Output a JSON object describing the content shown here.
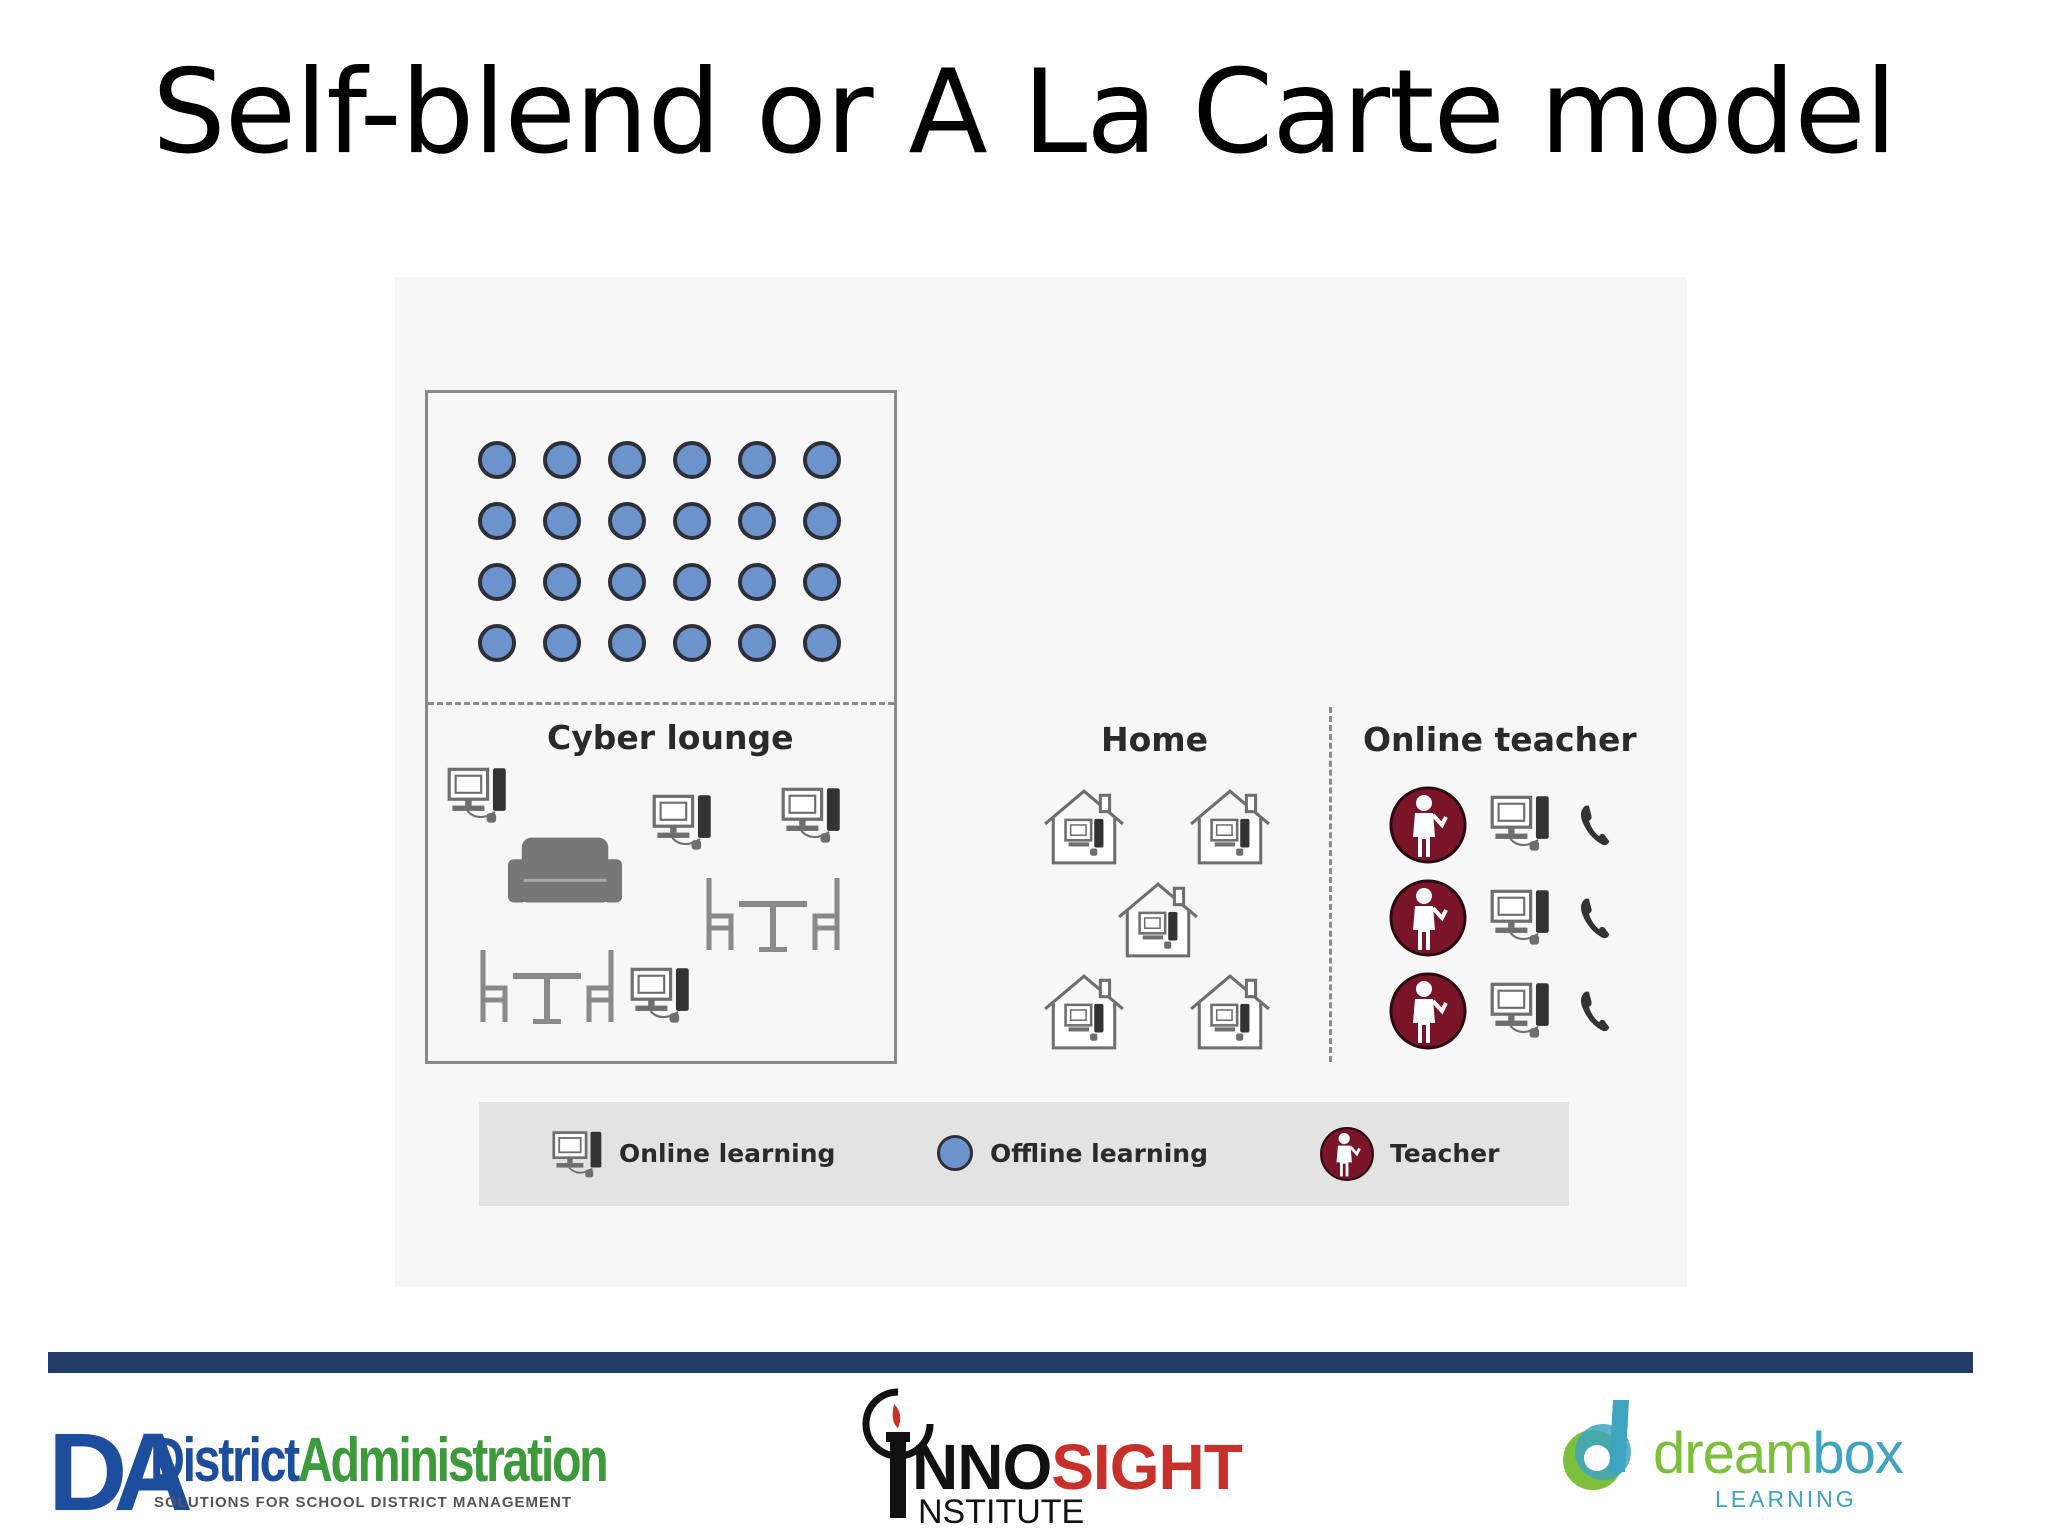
{
  "title": "Self-blend or A La Carte model",
  "zones": {
    "cyber_lounge": "Cyber lounge",
    "home": "Home",
    "online_teacher": "Online teacher"
  },
  "legend": {
    "online": "Online learning",
    "offline": "Offline learning",
    "teacher": "Teacher"
  },
  "logos": {
    "da_mark": "DA",
    "da_name_1": "District",
    "da_name_2": "Administration",
    "da_tagline": "SOLUTIONS FOR SCHOOL DISTRICT MANAGEMENT",
    "innosight_1": "NNO",
    "innosight_2": "SIGHT",
    "innosight_3": "NSTITUTE",
    "dreambox_1": "dream",
    "dreambox_2": "box",
    "dreambox_3": "LEARNING"
  },
  "colors": {
    "offline_dot": "#6c93cc",
    "teacher": "#7a1428",
    "icon_gray": "#6e6e6e",
    "footer_rule": "#213a66",
    "da_blue": "#1d4e9e",
    "da_green": "#3c9a3a",
    "innosight_red": "#c8312b",
    "dreambox_green": "#7bbf3b",
    "dreambox_teal": "#3fa4c0"
  }
}
